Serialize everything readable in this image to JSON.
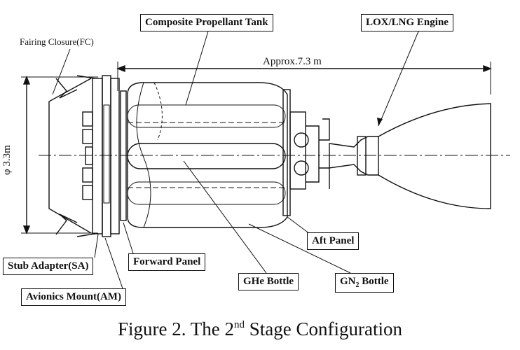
{
  "labels": {
    "propellant_tank": "Composite Propellant Tank",
    "engine": "LOX/LNG Engine",
    "fairing_closure": "Fairing Closure(FC)",
    "length": "Approx.7.3 m",
    "diameter": "φ 3.3m",
    "aft_panel": "Aft Panel",
    "forward_panel": "Forward Panel",
    "stub_adapter": "Stub Adapter(SA)",
    "avionics_mount": "Avionics Mount(AM)",
    "ghe_bottle": "GHe Bottle",
    "gn2_prefix": "GN",
    "gn2_sub": "2",
    "gn2_suffix": " Bottle"
  },
  "caption": {
    "prefix": "Figure 2. The 2",
    "sup": "nd",
    "suffix": " Stage Configuration"
  }
}
